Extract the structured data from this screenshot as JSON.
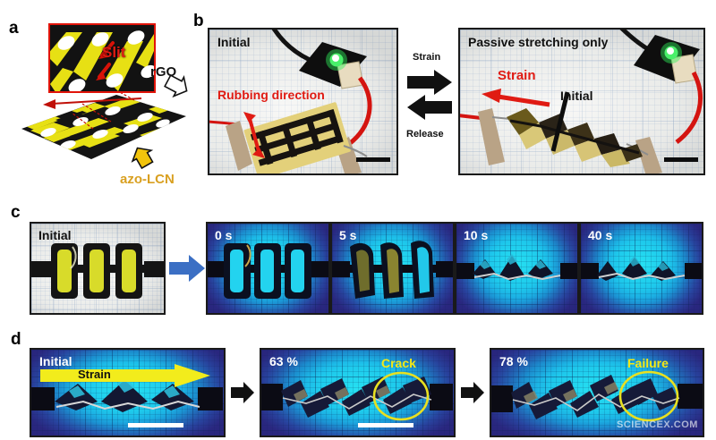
{
  "figure": {
    "panels": [
      {
        "letter": "a"
      },
      {
        "letter": "b"
      },
      {
        "letter": "c"
      },
      {
        "letter": "d"
      }
    ]
  },
  "panel_a": {
    "letter": "a",
    "inset_label": "Slit",
    "label_rgo": "rGO",
    "label_azo_lcn": "azo-LCN",
    "colors": {
      "slit_label": "#e1140a",
      "rgo_label": "#111111",
      "azo_lcn_label": "#d9a021",
      "film_black": "#141414",
      "film_yellow": "#e7e014"
    }
  },
  "panel_b": {
    "letter": "b",
    "left_photo": {
      "state_label": "Initial",
      "annotation": "Rubbing direction",
      "annotation_color": "#e01b13",
      "has_scale_bar": true
    },
    "transition": {
      "forward_label": "Strain",
      "reverse_label": "Release"
    },
    "right_photo": {
      "state_label": "Passive stretching only",
      "annotation": "Strain",
      "annotation_color": "#e01b13",
      "reference_label": "Initial",
      "has_scale_bar": true
    }
  },
  "panel_c": {
    "letter": "c",
    "initial_label": "Initial",
    "arrow_color": "#3b6fc4",
    "frames": [
      {
        "time_label": "0 s"
      },
      {
        "time_label": "5 s"
      },
      {
        "time_label": "10 s"
      },
      {
        "time_label": "40 s"
      }
    ]
  },
  "panel_d": {
    "letter": "d",
    "frames": [
      {
        "state_label": "Initial",
        "strain_arrow_label": "Strain",
        "annotation": "",
        "has_scale_bar": true
      },
      {
        "state_label": "63 %",
        "strain_arrow_label": "",
        "annotation": "Crack",
        "has_scale_bar": true
      },
      {
        "state_label": "78 %",
        "strain_arrow_label": "",
        "annotation": "Failure",
        "has_scale_bar": false
      }
    ],
    "strain_arrow_color": "#f2ec1c",
    "annotation_color": "#efe71b",
    "circle_color": "#e8e020"
  },
  "watermark": {
    "text": "SCIENCEX.COM"
  }
}
